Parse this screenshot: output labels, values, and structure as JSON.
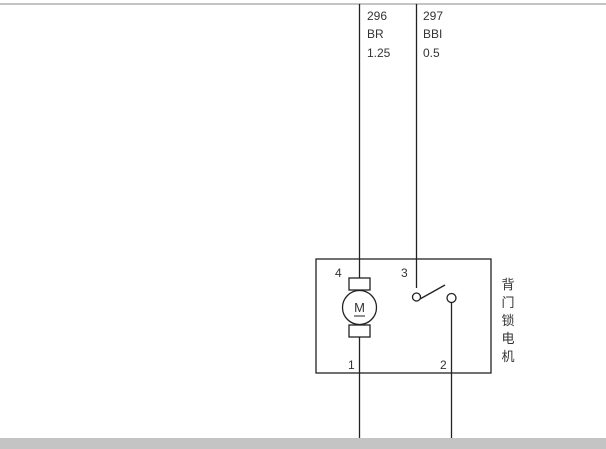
{
  "wires": [
    {
      "number": "296",
      "color": "BR",
      "size": "1.25"
    },
    {
      "number": "297",
      "color": "BBI",
      "size": "0.5"
    }
  ],
  "component": {
    "name_chars": [
      "背",
      "门",
      "锁",
      "电",
      "机"
    ],
    "motor_symbol": "M",
    "pins": {
      "p4": "4",
      "p3": "3",
      "p1": "1",
      "p2": "2"
    }
  }
}
